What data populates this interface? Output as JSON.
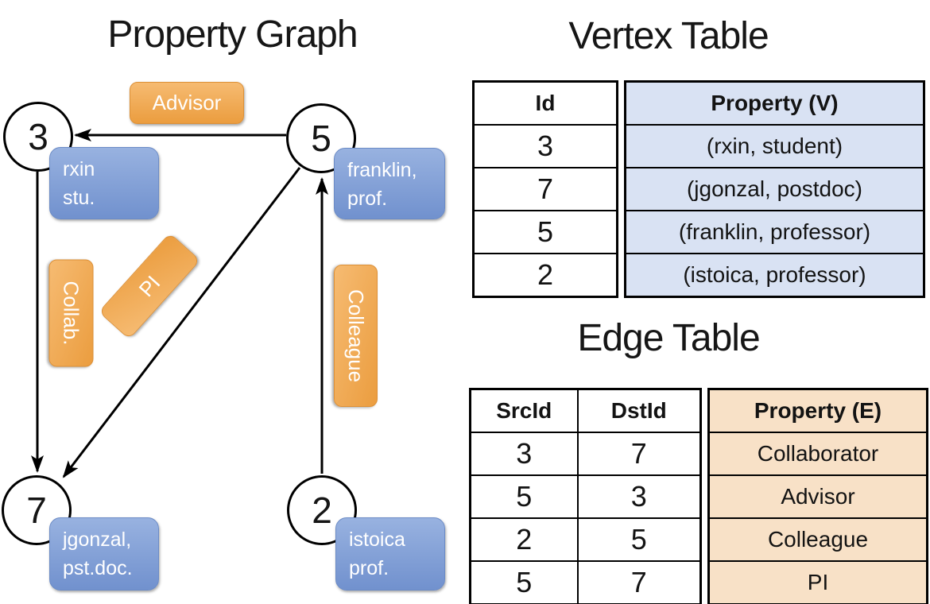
{
  "graph": {
    "title": "Property Graph",
    "nodes": [
      {
        "id": "3",
        "prop_line1": "rxin",
        "prop_line2": "stu."
      },
      {
        "id": "5",
        "prop_line1": "franklin,",
        "prop_line2": "prof."
      },
      {
        "id": "7",
        "prop_line1": "jgonzal,",
        "prop_line2": "pst.doc."
      },
      {
        "id": "2",
        "prop_line1": "istoica",
        "prop_line2": "prof."
      }
    ],
    "edge_labels": [
      {
        "label": "Advisor"
      },
      {
        "label": "Collab."
      },
      {
        "label": "PI"
      },
      {
        "label": "Colleague"
      }
    ]
  },
  "vertex_table": {
    "title": "Vertex Table",
    "columns": [
      "Id",
      "Property (V)"
    ],
    "rows": [
      {
        "id": "3",
        "property": "(rxin, student)"
      },
      {
        "id": "7",
        "property": "(jgonzal, postdoc)"
      },
      {
        "id": "5",
        "property": "(franklin, professor)"
      },
      {
        "id": "2",
        "property": "(istoica, professor)"
      }
    ]
  },
  "edge_table": {
    "title": "Edge Table",
    "columns": [
      "SrcId",
      "DstId",
      "Property (E)"
    ],
    "rows": [
      {
        "src": "3",
        "dst": "7",
        "property": "Collaborator"
      },
      {
        "src": "5",
        "dst": "3",
        "property": "Advisor"
      },
      {
        "src": "2",
        "dst": "5",
        "property": "Colleague"
      },
      {
        "src": "5",
        "dst": "7",
        "property": "PI"
      }
    ]
  },
  "colors": {
    "orange-top": "#F6BB72",
    "orange-bottom": "#EB9D3F",
    "orange-border": "#DD9036",
    "blue-top": "#98B2E0",
    "blue-bottom": "#7191CE",
    "blue-border": "#6B8BC6",
    "vertex-cell-bg": "#D9E2F3",
    "edge-cell-bg": "#F8E1C7"
  }
}
